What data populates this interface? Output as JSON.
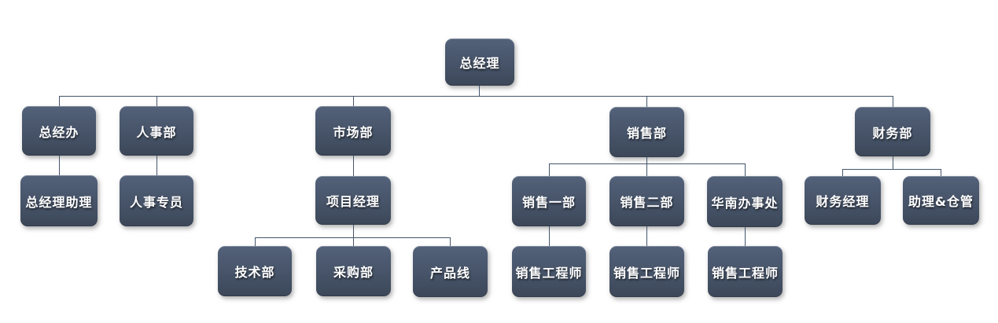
{
  "diagram": {
    "type": "org-chart",
    "background_color": "#ffffff",
    "node_fill_top": "#53617a",
    "node_fill_bottom": "#3c4859",
    "node_text_color": "#ffffff",
    "connector_color": "#45556b"
  },
  "nodes": {
    "general_manager": {
      "label": "总经理"
    },
    "gm_office": {
      "label": "总经办"
    },
    "hr_dept": {
      "label": "人事部"
    },
    "marketing_dept": {
      "label": "市场部"
    },
    "sales_dept": {
      "label": "销售部"
    },
    "finance_dept": {
      "label": "财务部"
    },
    "gm_assistant": {
      "label": "总经理助理"
    },
    "hr_specialist": {
      "label": "人事专员"
    },
    "project_manager": {
      "label": "项目经理"
    },
    "sales_dept_1": {
      "label": "销售一部"
    },
    "sales_dept_2": {
      "label": "销售二部"
    },
    "south_china_office": {
      "label": "华南办事处"
    },
    "finance_manager": {
      "label": "财务经理"
    },
    "assistant_warehouse": {
      "label": "助理&仓管"
    },
    "tech_dept": {
      "label": "技术部"
    },
    "purchasing_dept": {
      "label": "采购部"
    },
    "product_line": {
      "label": "产品线"
    },
    "sales_engineer_1": {
      "label": "销售工程师"
    },
    "sales_engineer_2": {
      "label": "销售工程师"
    },
    "sales_engineer_3": {
      "label": "销售工程师"
    }
  },
  "hierarchy": {
    "label": "总经理",
    "children": [
      {
        "label": "总经办",
        "children": [
          {
            "label": "总经理助理"
          }
        ]
      },
      {
        "label": "人事部",
        "children": [
          {
            "label": "人事专员"
          }
        ]
      },
      {
        "label": "市场部",
        "children": [
          {
            "label": "项目经理",
            "children": [
              {
                "label": "技术部"
              },
              {
                "label": "采购部"
              },
              {
                "label": "产品线"
              }
            ]
          }
        ]
      },
      {
        "label": "销售部",
        "children": [
          {
            "label": "销售一部",
            "children": [
              {
                "label": "销售工程师"
              }
            ]
          },
          {
            "label": "销售二部",
            "children": [
              {
                "label": "销售工程师"
              }
            ]
          },
          {
            "label": "华南办事处",
            "children": [
              {
                "label": "销售工程师"
              }
            ]
          }
        ]
      },
      {
        "label": "财务部",
        "children": [
          {
            "label": "财务经理"
          },
          {
            "label": "助理&仓管"
          }
        ]
      }
    ]
  }
}
